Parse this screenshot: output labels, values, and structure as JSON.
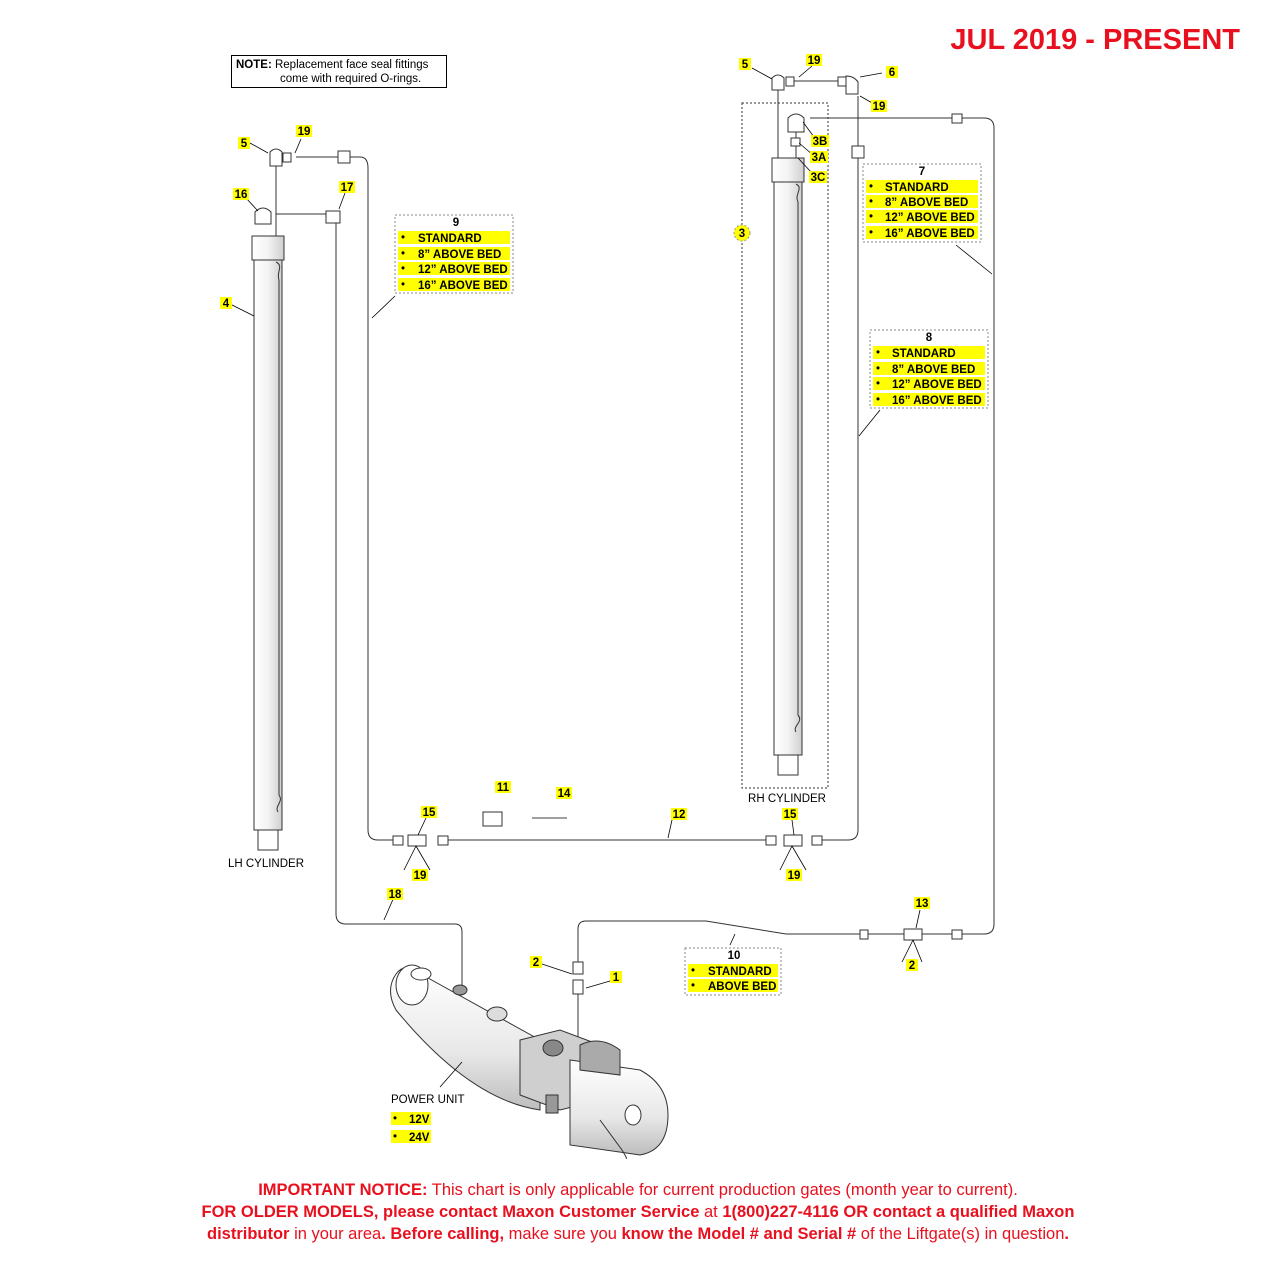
{
  "title": "JUL 2019 - PRESENT",
  "note": {
    "prefix": "NOTE:",
    "line1": "Replacement face seal fittings",
    "line2": "come with required O-rings."
  },
  "colors": {
    "highlight": "#ffff00",
    "notice_red": "#e8101e"
  },
  "callouts": {
    "c5_left": "5",
    "c19_left": "19",
    "c16": "16",
    "c17": "17",
    "c4": "4",
    "c9": "9",
    "c5_right": "5",
    "c19_top": "19",
    "c6": "6",
    "c19_right": "19",
    "c3B": "3B",
    "c3A": "3A",
    "c3C": "3C",
    "c3": "3",
    "c7": "7",
    "c8": "8",
    "c11": "11",
    "c14": "14",
    "c15_left": "15",
    "c12": "12",
    "c15_right": "15",
    "c19_bl": "19",
    "c19_br": "19",
    "c18": "18",
    "c13": "13",
    "c2_right": "2",
    "c10": "10",
    "c2_left": "2",
    "c1": "1"
  },
  "options": {
    "hose9": [
      "STANDARD",
      "8” ABOVE BED",
      "12” ABOVE BED",
      "16” ABOVE BED"
    ],
    "hose7": [
      "STANDARD",
      "8” ABOVE BED",
      "12” ABOVE BED",
      "16” ABOVE BED"
    ],
    "hose8": [
      "STANDARD",
      "8” ABOVE BED",
      "12” ABOVE BED",
      "16” ABOVE BED"
    ],
    "hose10": [
      "STANDARD",
      "ABOVE BED"
    ],
    "power": [
      "12V",
      "24V"
    ]
  },
  "labels": {
    "lh_cylinder": "LH CYLINDER",
    "rh_cylinder": "RH CYLINDER",
    "power_unit": "POWER UNIT",
    "bullet": "•"
  },
  "notice": {
    "l1_bold": "IMPORTANT NOTICE:",
    "l1_rest": " This chart is only applicable for current production gates (month year to current).",
    "l2_bold": "FOR OLDER MODELS, please contact Maxon Customer Service",
    "l2_mid": " at ",
    "l2_bold2": "1(800)227-4116 OR contact a qualified Maxon",
    "l3_bold": "distributor",
    "l3_mid": " in your area",
    "l3_bold2": ". Before calling,",
    "l3_mid2": " make sure you ",
    "l3_bold3": "know the Model # and Serial #",
    "l3_rest": " of the Liftgate(s) in question",
    "l3_end": "."
  }
}
